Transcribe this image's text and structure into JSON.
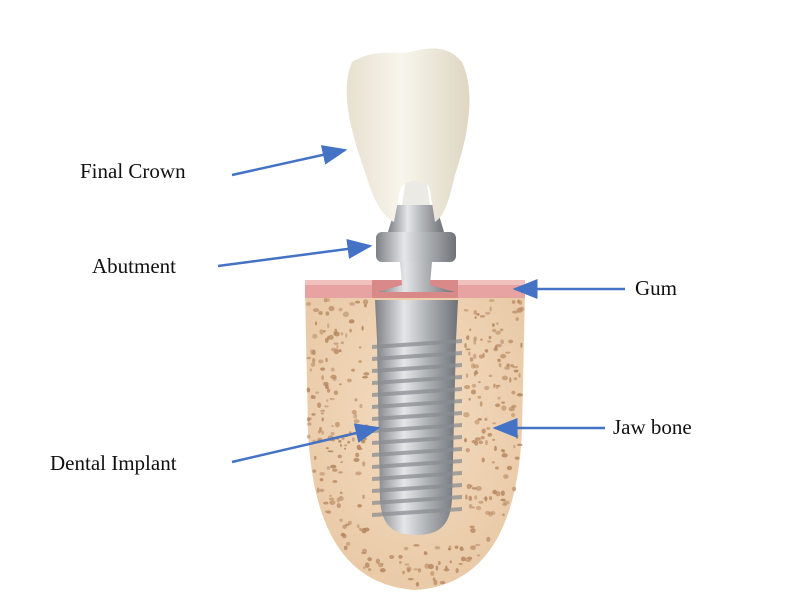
{
  "labels": {
    "final_crown": "Final Crown",
    "abutment": "Abutment",
    "gum": "Gum",
    "jaw_bone": "Jaw bone",
    "dental_implant": "Dental Implant"
  },
  "colors": {
    "arrow": "#4472c4",
    "bone": "#efd3b4",
    "bone_dots": "#b5865f",
    "gum": "#e8a3a3",
    "crown": "#f3efe4",
    "metal": "#a9acb0"
  }
}
